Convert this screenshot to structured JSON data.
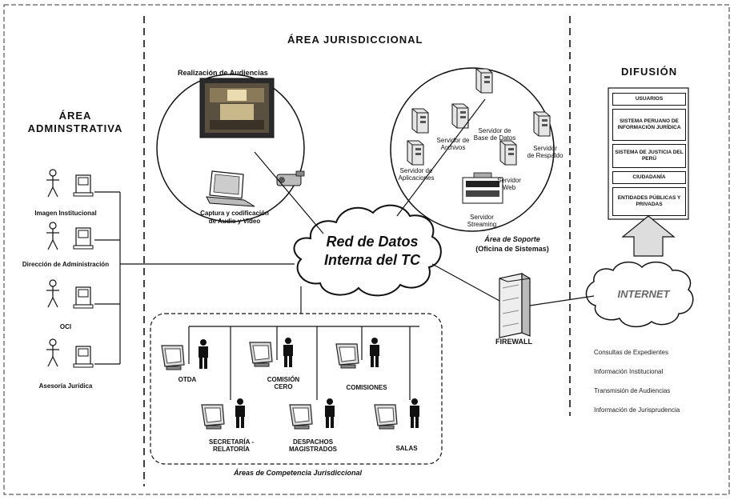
{
  "areas": {
    "jurisdiccional": "ÁREA JURISDICCIONAL",
    "administrativa_1": "ÁREA",
    "administrativa_2": "ADMINSTRATIVA",
    "difusion": "DIFUSIÓN"
  },
  "audiencias": {
    "title": "Realización de Audiencias",
    "captura_1": "Captura y codificación",
    "captura_2": "de Audio y Video"
  },
  "soporte": {
    "label_1": "Área de Soporte",
    "label_2": "(Oficina de Sistemas)",
    "servers": [
      {
        "line1": "Servidor de",
        "line2": "Base de Datos"
      },
      {
        "line1": "Servidor de",
        "line2": "Archivos"
      },
      {
        "line1": "Servidor",
        "line2": "de Respaldo"
      },
      {
        "line1": "Servidor de",
        "line2": "Aplicaciones"
      },
      {
        "line1": "Servidor",
        "line2": "Web"
      },
      {
        "line1": "Servidor",
        "line2": "Streaming"
      }
    ]
  },
  "network": {
    "line1": "Red de Datos",
    "line2": "Interna del TC",
    "firewall": "FIREWALL",
    "internet": "INTERNET"
  },
  "admin_users": [
    "Imagen Institucional",
    "Dirección de Administración",
    "OCI",
    "Asesoría Jurídica"
  ],
  "competencia": {
    "label": "Áreas de Competencia Jurisdiccional",
    "top": [
      {
        "l1": "OTDA",
        "l2": ""
      },
      {
        "l1": "COMISIÓN",
        "l2": "CERO"
      },
      {
        "l1": "COMISIONES",
        "l2": ""
      }
    ],
    "bottom": [
      {
        "l1": "SECRETARÍA -",
        "l2": "RELATORÍA"
      },
      {
        "l1": "DESPACHOS",
        "l2": "MAGISTRADOS"
      },
      {
        "l1": "SALAS",
        "l2": ""
      }
    ]
  },
  "difusion_boxes": [
    "USUARIOS",
    "SISTEMA PERUANO DE INFORMACIÓN JURÍDICA",
    "SISTEMA DE JUSTICIA DEL PERÚ",
    "CIUDADANÍA",
    "ENTIDADES PÚBLICAS Y PRIVADAS"
  ],
  "services": [
    "Consultas de Expedientes",
    "Información Institucional",
    "Transmisión de Audiencias",
    "Información de Jurisprudencia"
  ]
}
